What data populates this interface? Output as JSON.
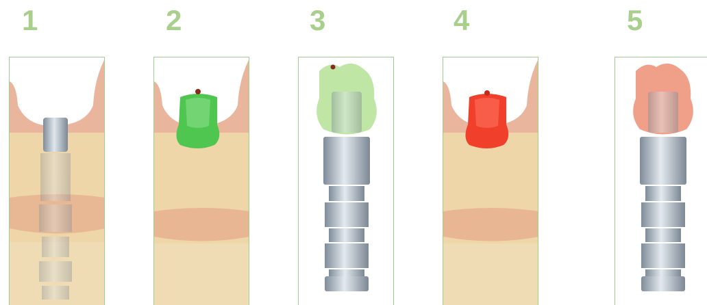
{
  "steps": [
    {
      "number": "1",
      "scene": "gum-with-implant-analog"
    },
    {
      "number": "2",
      "scene": "gum-with-green-cap"
    },
    {
      "number": "3",
      "scene": "green-crown-on-analog"
    },
    {
      "number": "4",
      "scene": "gum-with-red-cap"
    },
    {
      "number": "5",
      "scene": "red-crown-on-analog"
    }
  ],
  "colors": {
    "number": "#a9cf8c",
    "panel_border": "#9fcf8f",
    "gum_pink": "#e8b49a",
    "bone_beige": "#efd7ad",
    "metal": "#a9b4bf",
    "cap_green": "#4fc64f",
    "cap_red": "#f0402c",
    "crown_green": "#bfe6a4",
    "crown_red": "#f0a088"
  }
}
